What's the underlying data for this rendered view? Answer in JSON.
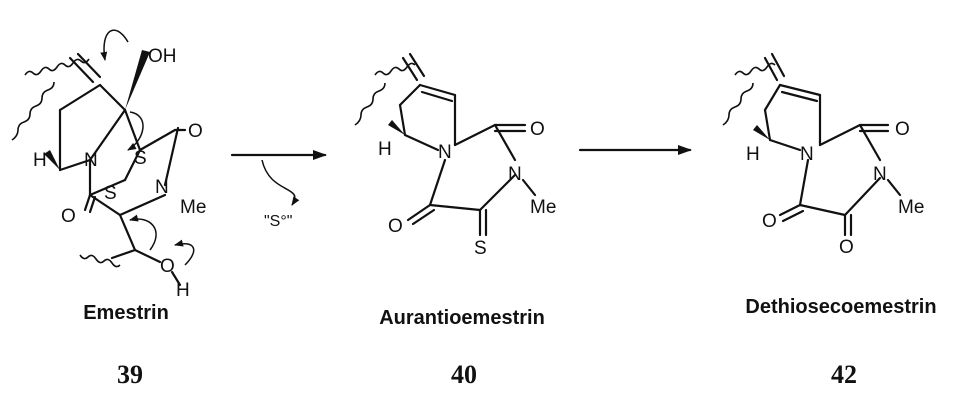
{
  "compounds": [
    {
      "name": "Emestrin",
      "number": "39"
    },
    {
      "name": "Aurantioemestrin",
      "number": "40"
    },
    {
      "name": "Dethiosecoemestrin",
      "number": "42"
    }
  ],
  "reagent": "\"S°\"",
  "atoms": {
    "oh": "OH",
    "o": "O",
    "h": "H",
    "n": "N",
    "s": "S",
    "me": "Me"
  }
}
